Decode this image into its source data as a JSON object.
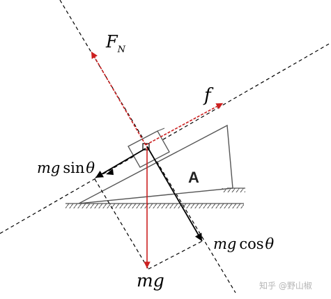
{
  "labels": {
    "normal_force": {
      "main": "F",
      "sub": "N"
    },
    "friction": "f",
    "mg_sin": {
      "mg": "mg",
      "fn": "sin",
      "theta": "θ"
    },
    "mg_cos": {
      "mg": "mg",
      "fn": "cos",
      "theta": "θ"
    },
    "weight": "mg",
    "block": "A",
    "watermark": "知乎 @野山椒"
  },
  "colors": {
    "force_red": "#cc1f1f",
    "line_black": "#000000",
    "incline_gray": "#555555"
  }
}
